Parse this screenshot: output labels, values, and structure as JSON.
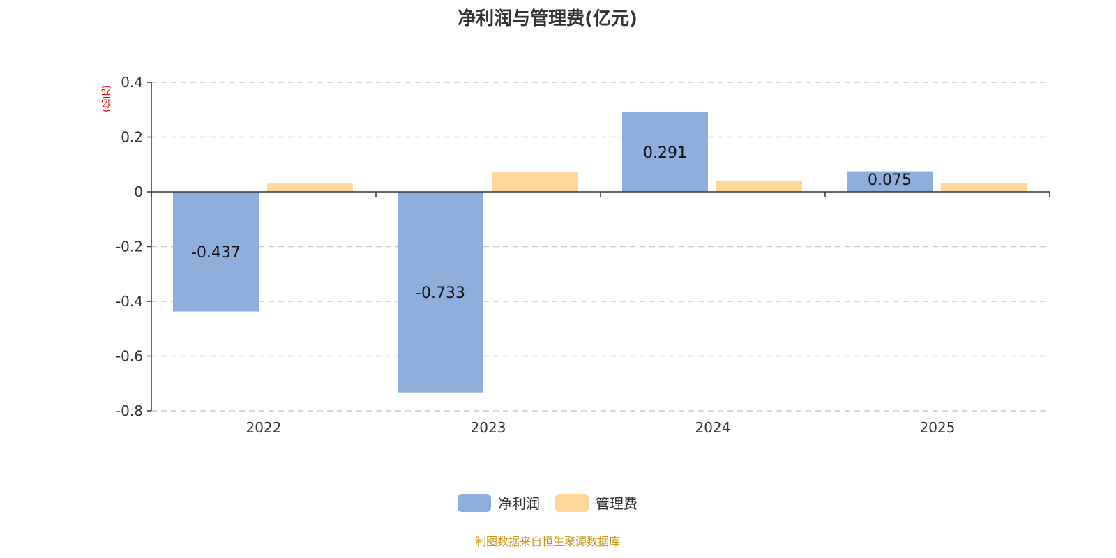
{
  "chart_data": {
    "type": "bar",
    "title": "净利润与管理费(亿元)",
    "ylabel": "(亿元)",
    "categories": [
      "2022",
      "2023",
      "2024",
      "2025"
    ],
    "series": [
      {
        "name": "净利润",
        "color": "#8eaedb",
        "values": [
          -0.437,
          -0.733,
          0.291,
          0.075
        ],
        "labels": [
          "-0.437",
          "-0.733",
          "0.291",
          "0.075"
        ]
      },
      {
        "name": "管理费",
        "color": "#ffd899",
        "values": [
          0.03,
          0.071,
          0.041,
          0.033
        ]
      }
    ],
    "ylim": [
      -0.8,
      0.4
    ],
    "yticks": [
      "0.4",
      "0.2",
      "0",
      "-0.2",
      "-0.4",
      "-0.6",
      "-0.8"
    ],
    "grid": true,
    "legend": "bottom"
  },
  "source": "制图数据来自恒生聚源数据库"
}
